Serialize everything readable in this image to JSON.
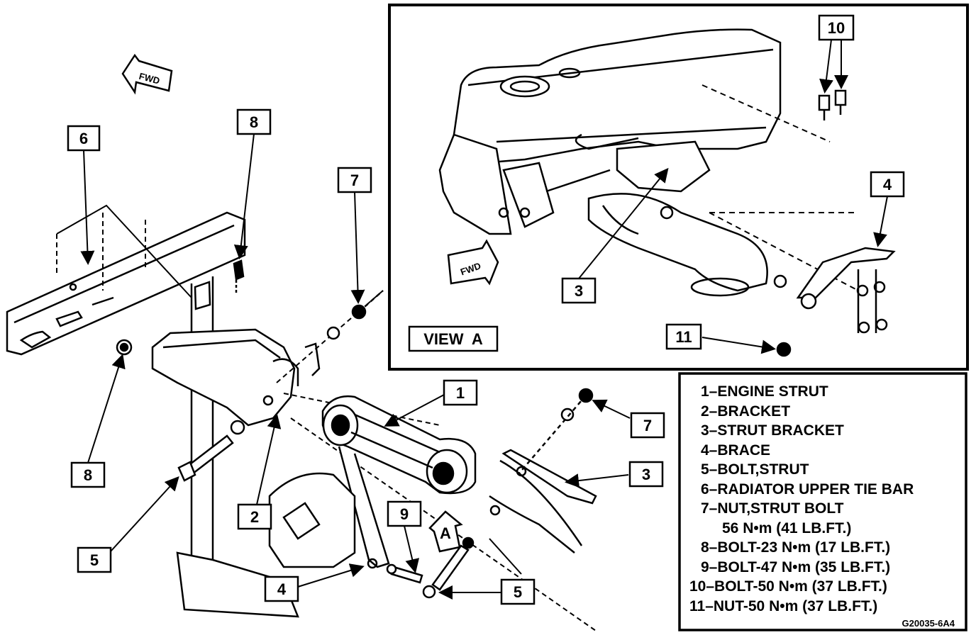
{
  "fwd_labels": {
    "main": "FWD",
    "inset": "FWD"
  },
  "view_label": "VIEW  A",
  "view_arrow_letter": "A",
  "callouts": {
    "main_1": "1",
    "main_2": "2",
    "main_3": "3",
    "main_4": "4",
    "main_5a": "5",
    "main_5b": "5",
    "main_6": "6",
    "main_7a": "7",
    "main_7b": "7",
    "main_8a": "8",
    "main_8b": "8",
    "main_9": "9",
    "inset_3": "3",
    "inset_4": "4",
    "inset_10": "10",
    "inset_11": "11"
  },
  "legend": [
    "1–ENGINE STRUT",
    "2–BRACKET",
    "3–STRUT BRACKET",
    "4–BRACE",
    "5–BOLT,STRUT",
    "6–RADIATOR UPPER TIE BAR",
    "7–NUT,STRUT BOLT",
    "56 N•m (41 LB.FT.)",
    "8–BOLT-23 N•m (17 LB.FT.)",
    "9–BOLT-47 N•m (35 LB.FT.)",
    "10–BOLT-50 N•m (37 LB.FT.)",
    "11–NUT-50 N•m (37 LB.FT.)"
  ],
  "figure_code": "G20035-6A4"
}
